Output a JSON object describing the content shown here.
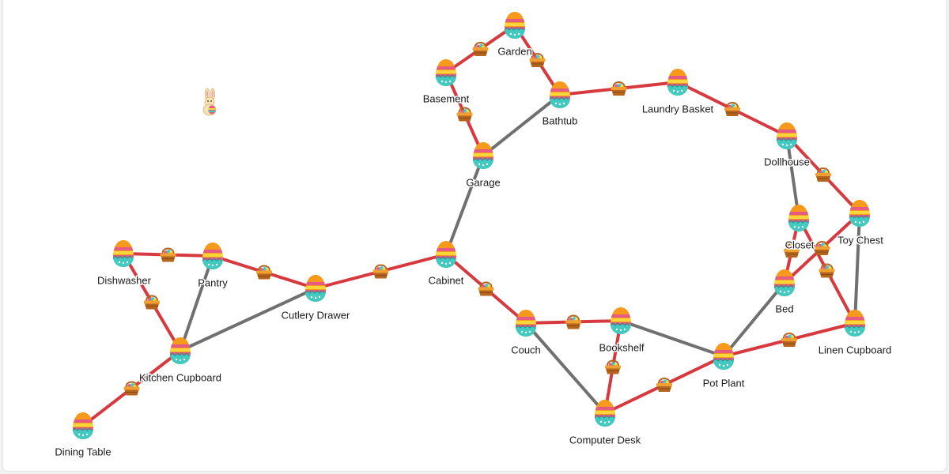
{
  "colors": {
    "collected_path": "#d63a3f",
    "open_path": "#707070",
    "egg_top": "#f79a1c",
    "egg_band_pink": "#e65b84",
    "egg_band_yellow": "#f8d53a",
    "egg_bottom": "#42c9c2",
    "basket": "#b5651d",
    "basket_rim": "#f0a030"
  },
  "icons": {
    "location": "easter-egg-icon",
    "path_marker": "egg-basket-icon",
    "player": "easter-bunny-icon"
  },
  "locations": [
    {
      "id": "garden",
      "label": "Garden"
    },
    {
      "id": "basement",
      "label": "Basement"
    },
    {
      "id": "bathtub",
      "label": "Bathtub"
    },
    {
      "id": "laundry-basket",
      "label": "Laundry Basket"
    },
    {
      "id": "garage",
      "label": "Garage"
    },
    {
      "id": "dollhouse",
      "label": "Dollhouse"
    },
    {
      "id": "closet",
      "label": "Closet"
    },
    {
      "id": "toy-chest",
      "label": "Toy Chest"
    },
    {
      "id": "bed",
      "label": "Bed"
    },
    {
      "id": "linen-cupboard",
      "label": "Linen Cupboard"
    },
    {
      "id": "cabinet",
      "label": "Cabinet"
    },
    {
      "id": "couch",
      "label": "Couch"
    },
    {
      "id": "bookshelf",
      "label": "Bookshelf"
    },
    {
      "id": "pot-plant",
      "label": "Pot Plant"
    },
    {
      "id": "computer-desk",
      "label": "Computer Desk"
    },
    {
      "id": "dishwasher",
      "label": "Dishwasher"
    },
    {
      "id": "pantry",
      "label": "Pantry"
    },
    {
      "id": "cutlery-drawer",
      "label": "Cutlery Drawer"
    },
    {
      "id": "kitchen-cupboard",
      "label": "Kitchen Cupboard"
    },
    {
      "id": "dining-table",
      "label": "Dining Table"
    }
  ],
  "paths": [
    {
      "from": "basement",
      "to": "garden",
      "collected": true
    },
    {
      "from": "garden",
      "to": "bathtub",
      "collected": true
    },
    {
      "from": "bathtub",
      "to": "laundry-basket",
      "collected": true
    },
    {
      "from": "laundry-basket",
      "to": "dollhouse",
      "collected": true
    },
    {
      "from": "basement",
      "to": "garage",
      "collected": true
    },
    {
      "from": "garage",
      "to": "bathtub",
      "collected": false
    },
    {
      "from": "garage",
      "to": "cabinet",
      "collected": false
    },
    {
      "from": "dollhouse",
      "to": "toy-chest",
      "collected": true
    },
    {
      "from": "dollhouse",
      "to": "closet",
      "collected": false
    },
    {
      "from": "closet",
      "to": "bed",
      "collected": true
    },
    {
      "from": "toy-chest",
      "to": "bed",
      "collected": true
    },
    {
      "from": "closet",
      "to": "linen-cupboard",
      "collected": true
    },
    {
      "from": "toy-chest",
      "to": "linen-cupboard",
      "collected": false
    },
    {
      "from": "bed",
      "to": "pot-plant",
      "collected": false
    },
    {
      "from": "pot-plant",
      "to": "linen-cupboard",
      "collected": true
    },
    {
      "from": "pot-plant",
      "to": "computer-desk",
      "collected": true
    },
    {
      "from": "bookshelf",
      "to": "pot-plant",
      "collected": false
    },
    {
      "from": "bookshelf",
      "to": "computer-desk",
      "collected": true
    },
    {
      "from": "couch",
      "to": "computer-desk",
      "collected": false
    },
    {
      "from": "couch",
      "to": "bookshelf",
      "collected": true
    },
    {
      "from": "cabinet",
      "to": "couch",
      "collected": true
    },
    {
      "from": "cutlery-drawer",
      "to": "cabinet",
      "collected": true
    },
    {
      "from": "pantry",
      "to": "cutlery-drawer",
      "collected": true
    },
    {
      "from": "dishwasher",
      "to": "pantry",
      "collected": true
    },
    {
      "from": "dishwasher",
      "to": "kitchen-cupboard",
      "collected": true
    },
    {
      "from": "pantry",
      "to": "kitchen-cupboard",
      "collected": false
    },
    {
      "from": "kitchen-cupboard",
      "to": "cutlery-drawer",
      "collected": false
    },
    {
      "from": "kitchen-cupboard",
      "to": "dining-table",
      "collected": true
    }
  ]
}
